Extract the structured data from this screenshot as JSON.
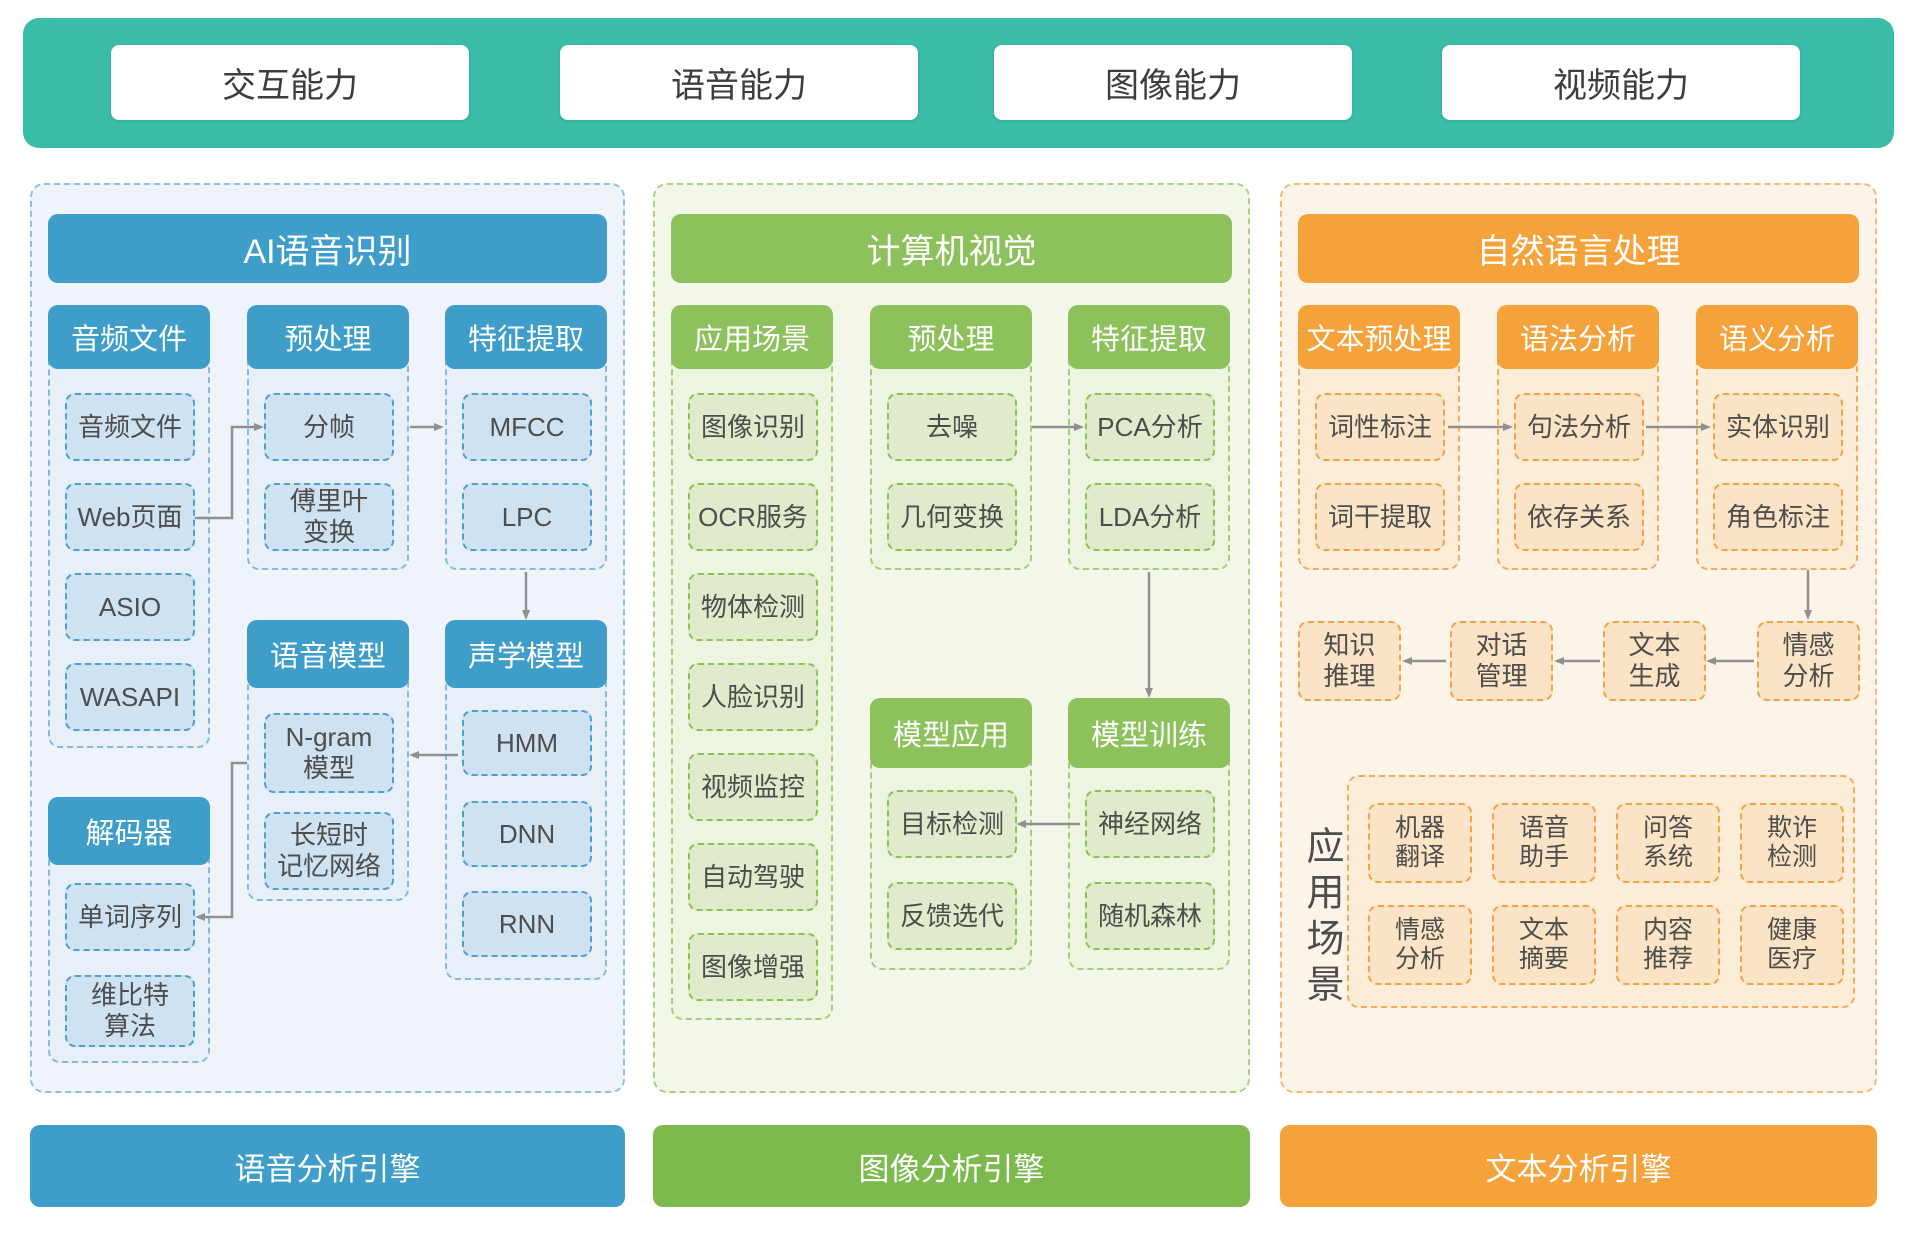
{
  "topbar": {
    "tabs": [
      "交互能力",
      "语音能力",
      "图像能力",
      "视频能力"
    ]
  },
  "speech": {
    "title": "AI语音识别",
    "engine": "语音分析引擎",
    "audio": {
      "header": "音频文件",
      "items": [
        "音频文件",
        "Web页面",
        "ASIO",
        "WASAPI"
      ]
    },
    "preprocess": {
      "header": "预处理",
      "items": [
        "分帧",
        "傅里叶\n变换"
      ]
    },
    "feature": {
      "header": "特征提取",
      "items": [
        "MFCC",
        "LPC"
      ]
    },
    "lm": {
      "header": "语音模型",
      "items": [
        "N-gram\n模型",
        "长短时\n记忆网络"
      ]
    },
    "acoustic": {
      "header": "声学模型",
      "items": [
        "HMM",
        "DNN",
        "RNN"
      ]
    },
    "decoder": {
      "header": "解码器",
      "items": [
        "单词序列",
        "维比特\n算法"
      ]
    }
  },
  "vision": {
    "title": "计算机视觉",
    "engine": "图像分析引擎",
    "scenes": {
      "header": "应用场景",
      "items": [
        "图像识别",
        "OCR服务",
        "物体检测",
        "人脸识别",
        "视频监控",
        "自动驾驶",
        "图像增强"
      ]
    },
    "preprocess": {
      "header": "预处理",
      "items": [
        "去噪",
        "几何变换"
      ]
    },
    "feature": {
      "header": "特征提取",
      "items": [
        "PCA分析",
        "LDA分析"
      ]
    },
    "apply": {
      "header": "模型应用",
      "items": [
        "目标检测",
        "反馈选代"
      ]
    },
    "train": {
      "header": "模型训练",
      "items": [
        "神经网络",
        "随机森林"
      ]
    }
  },
  "nlp": {
    "title": "自然语言处理",
    "engine": "文本分析引擎",
    "preprocess": {
      "header": "文本预处理",
      "items": [
        "词性标注",
        "词干提取"
      ]
    },
    "syntax": {
      "header": "语法分析",
      "items": [
        "句法分析",
        "依存关系"
      ]
    },
    "semantic": {
      "header": "语义分析",
      "items": [
        "实体识别",
        "角色标注"
      ]
    },
    "flow": [
      "知识\n推理",
      "对话\n管理",
      "文本\n生成",
      "情感\n分析"
    ],
    "scenes_label": "应用场景",
    "scenes": [
      "机器\n翻译",
      "语音\n助手",
      "问答\n系统",
      "欺诈\n检测",
      "情感\n分析",
      "文本\n摘要",
      "内容\n推荐",
      "健康\n医疗"
    ]
  },
  "colors": {
    "teal": "#3ABCA8",
    "blue": "#3E9EC9",
    "green": "#8CC15B",
    "green_engine": "#7CBA4E",
    "orange": "#F5A23B",
    "arrow": "#909090"
  }
}
